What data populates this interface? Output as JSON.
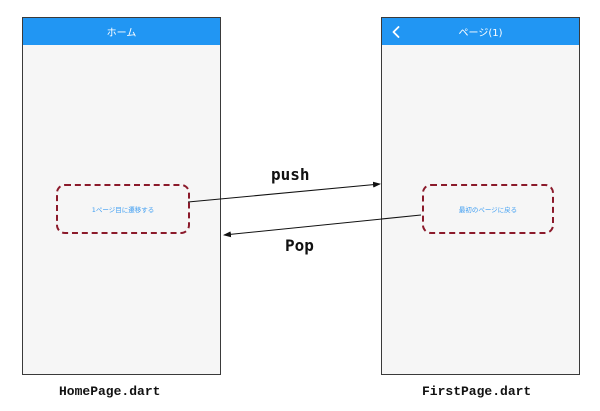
{
  "home_screen": {
    "appbar_title": "ホーム",
    "button_text": "1ページ目に遷移する",
    "file_name": "HomePage.dart"
  },
  "first_screen": {
    "appbar_title": "ページ(1)",
    "back_icon": "chevron-left-icon",
    "button_text": "最初のページに戻る",
    "file_name": "FirstPage.dart"
  },
  "arrows": {
    "push_label": "push",
    "pop_label": "Pop"
  },
  "colors": {
    "appbar": "#2196f3",
    "button_text": "#3d9df2",
    "dashed_outline": "#8b1a2b",
    "screen_background": "#f6f6f6"
  }
}
